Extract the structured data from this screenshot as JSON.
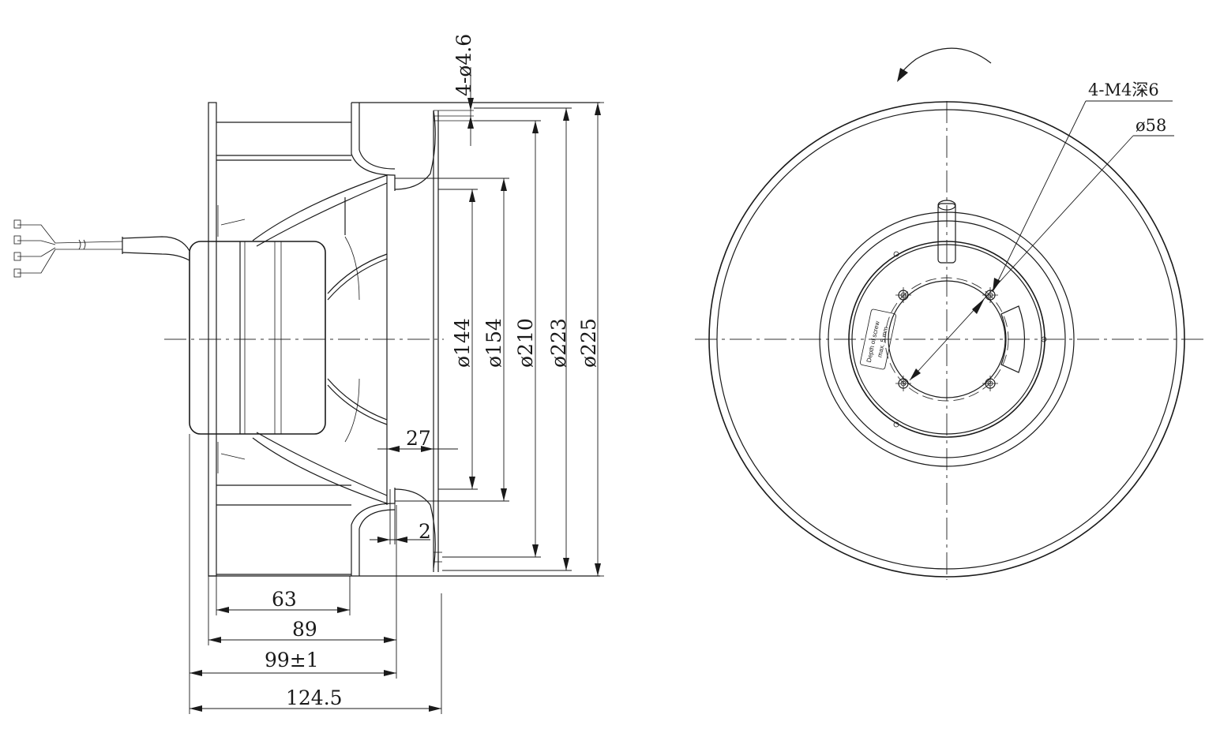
{
  "side_view": {
    "dim_top_holes": "4-ø4.6",
    "dim_d144": "ø144",
    "dim_d154": "ø154",
    "dim_d210": "ø210",
    "dim_d223": "ø223",
    "dim_d225": "ø225",
    "dim_27": "27",
    "dim_2": "2",
    "dim_63": "63",
    "dim_89": "89",
    "dim_99": "99±1",
    "dim_124": "124.5"
  },
  "front_view": {
    "label_threads": "4-M4深6",
    "label_d58": "ø58",
    "label_depth_line1": "Depth of screw",
    "label_depth_line2": "max. 5 mm"
  }
}
